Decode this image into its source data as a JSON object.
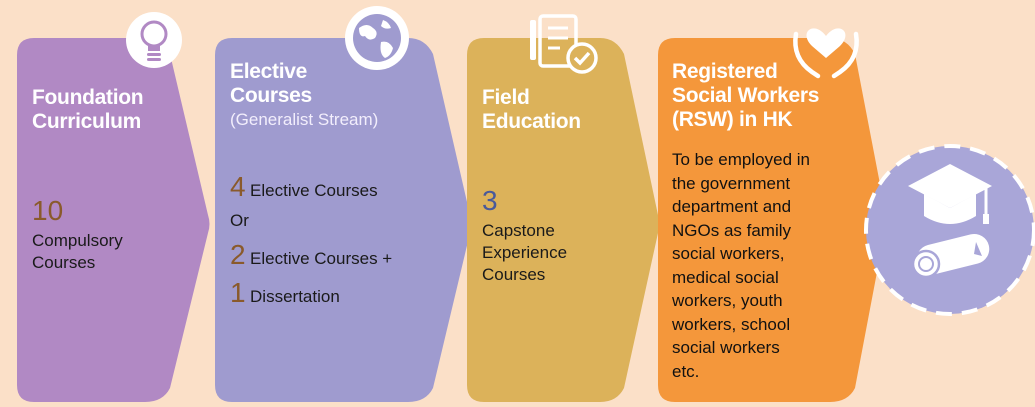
{
  "colors": {
    "background": "#fbe0c8",
    "foundation": "#b189c4",
    "elective": "#9f9bcf",
    "field": "#dcb25a",
    "rsw": "#f4973b",
    "graduation_circle": "#a9a6d8",
    "number_accent_brown": "#8a5a2b",
    "number_accent_blue": "#4a5a9a"
  },
  "stages": [
    {
      "title_lines": [
        "Foundation",
        "Curriculum"
      ],
      "number": "10",
      "body_lines": [
        "Compulsory",
        "Courses"
      ],
      "icon": "lightbulb-icon"
    },
    {
      "title_lines": [
        "Elective",
        "Courses"
      ],
      "subtitle": "(Generalist Stream)",
      "options": [
        {
          "number": "4",
          "text": "Elective Courses"
        },
        {
          "number": "",
          "text": "Or"
        },
        {
          "number": "2",
          "text": "Elective Courses +"
        },
        {
          "number": "1",
          "text": "Dissertation"
        }
      ],
      "icon": "globe-icon"
    },
    {
      "title_lines": [
        "Field",
        "Education"
      ],
      "number": "3",
      "body_lines": [
        "Capstone",
        "Experience",
        "Courses"
      ],
      "icon": "checklist-icon"
    },
    {
      "title_lines": [
        "Registered",
        "Social Workers",
        "(RSW) in HK"
      ],
      "body_lines": [
        "To be employed in",
        "the government",
        "department and",
        "NGOs as family",
        "social workers,",
        "medical social",
        "workers, youth",
        "workers, school",
        "social workers",
        "etc."
      ],
      "icon": "heart-hands-icon"
    }
  ],
  "final_icon": "graduation-cap-diploma-icon"
}
